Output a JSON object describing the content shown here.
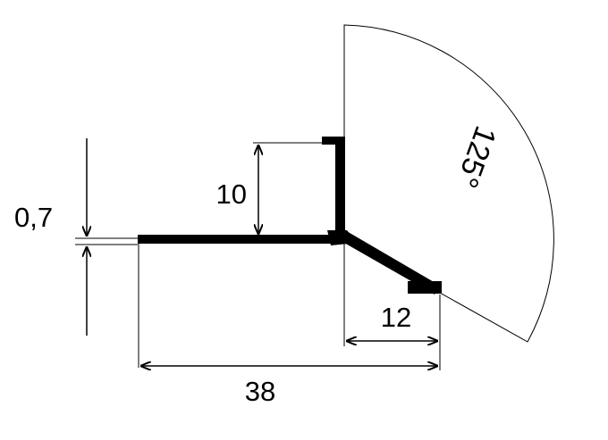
{
  "diagram": {
    "dimensions": {
      "thickness": "0,7",
      "flange_height": "10",
      "base_width": "38",
      "leg_width": "12",
      "angle": "125°"
    },
    "colors": {
      "profile": "#000000",
      "lines": "#000000",
      "background": "#ffffff"
    }
  }
}
